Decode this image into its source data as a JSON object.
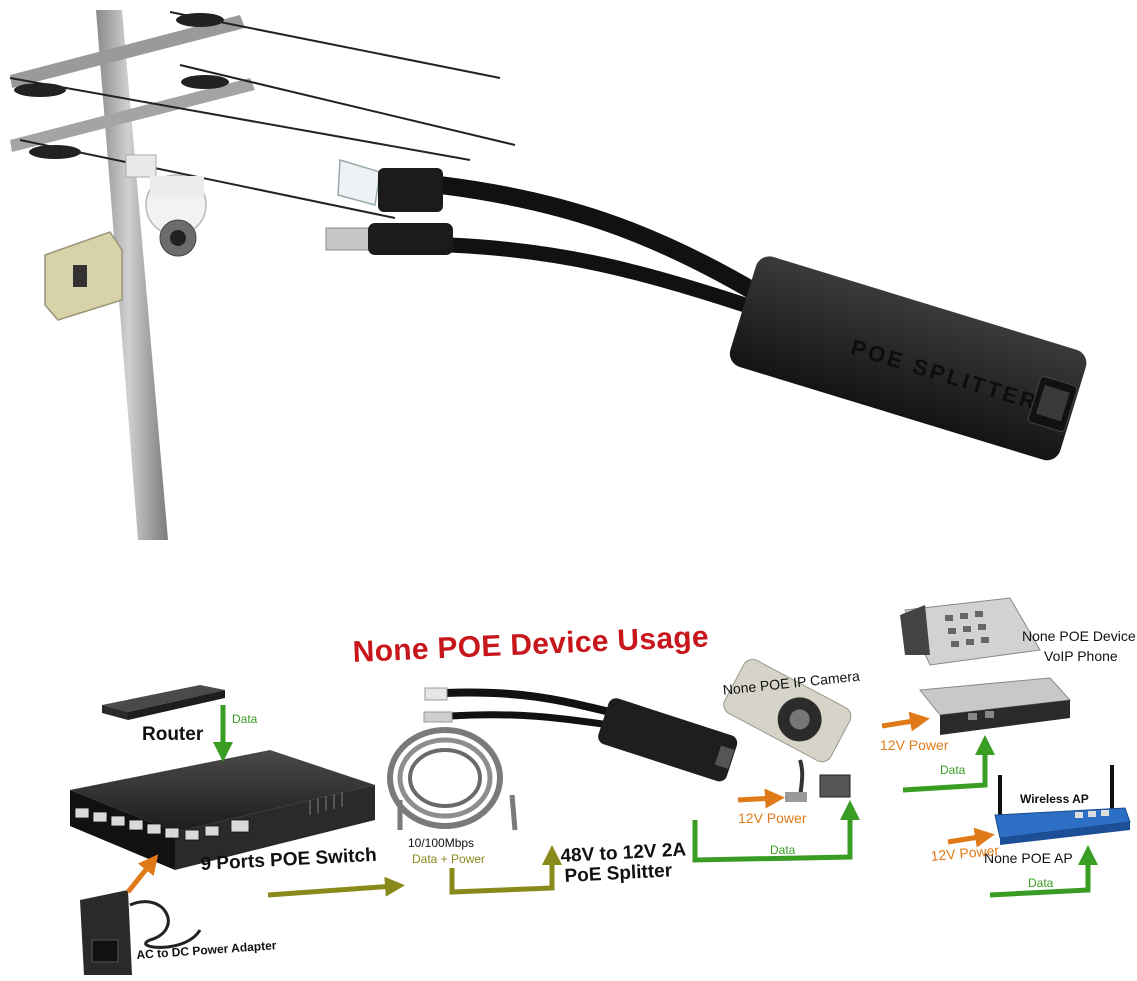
{
  "product_photo": {
    "splitter_embossed_text": "POE SPLITTER"
  },
  "diagram": {
    "title": "None POE Device Usage",
    "router_label": "Router",
    "router_data_label": "Data",
    "switch_label": "9 Ports POE Switch",
    "switch_data_power_label": "Data + Power",
    "adapter_label": "AC to DC Power Adapter",
    "cable_speed_label": "10/100Mbps",
    "splitter_label_line1": "48V to 12V 2A",
    "splitter_label_line2": "PoE Splitter",
    "camera_label": "None POE IP Camera",
    "camera_power_label": "12V Power",
    "camera_data_label": "Data",
    "phone_label_line1": "None POE Device",
    "phone_label_line2": "VoIP Phone",
    "phone_power_label": "12V Power",
    "phone_data_label": "Data",
    "ap_top_label": "Wireless AP",
    "ap_label": "None POE AP",
    "ap_power_label": "12V Power",
    "ap_data_label": "Data"
  },
  "colors": {
    "title_red": "#c8171c",
    "data_green": "#3a9d23",
    "power_orange": "#e07a18",
    "device_black": "#2a2a2a"
  }
}
